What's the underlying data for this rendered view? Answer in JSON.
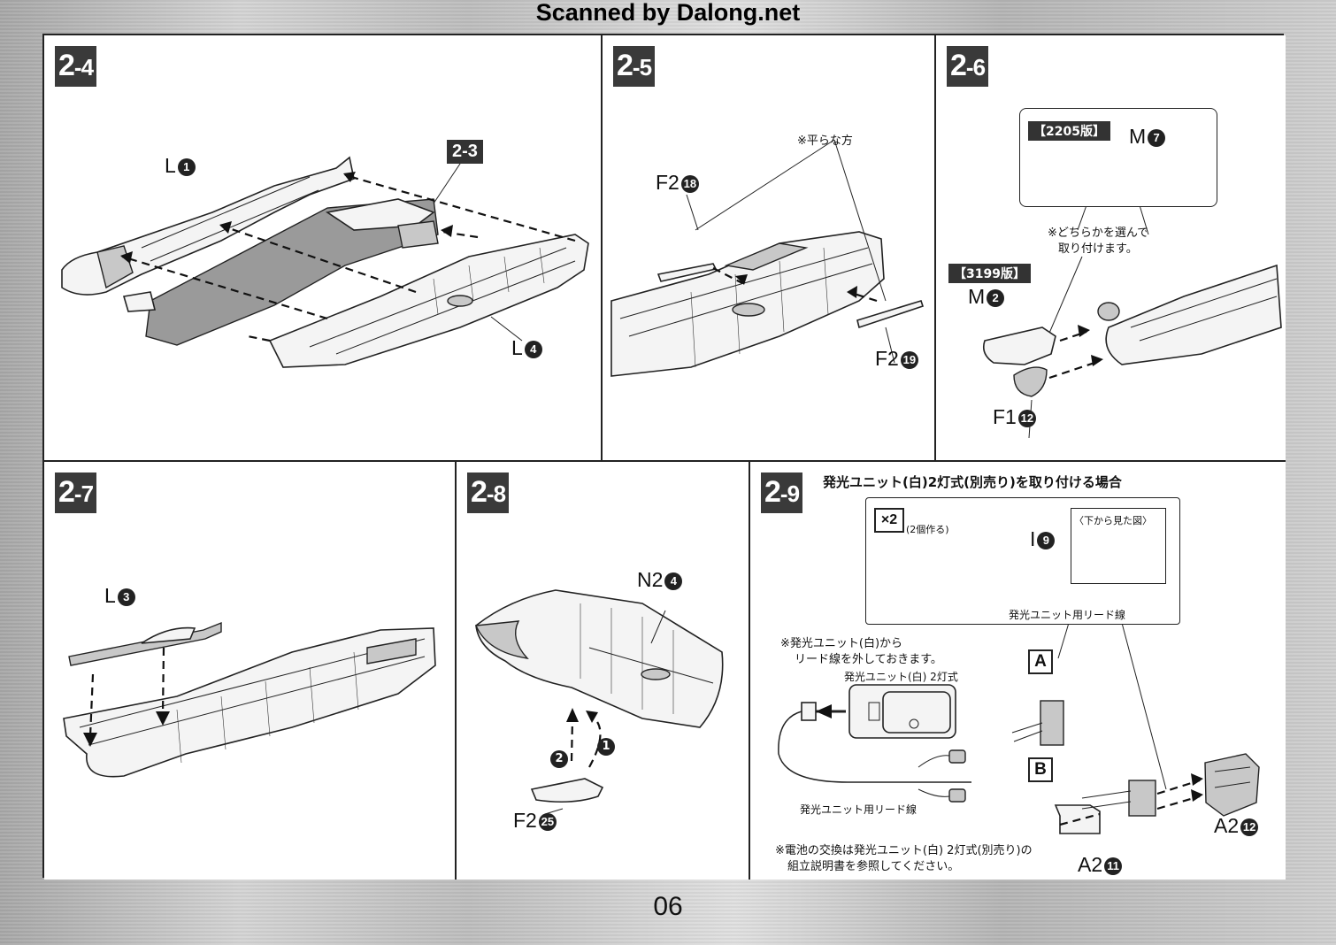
{
  "watermark": "Scanned by Dalong.net",
  "page_number": "06",
  "steps": {
    "s24": {
      "main": "2",
      "sub": "-4"
    },
    "s25": {
      "main": "2",
      "sub": "-5"
    },
    "s26": {
      "main": "2",
      "sub": "-6"
    },
    "s27": {
      "main": "2",
      "sub": "-7"
    },
    "s28": {
      "main": "2",
      "sub": "-8"
    },
    "s29": {
      "main": "2",
      "sub": "-9"
    }
  },
  "panel24": {
    "part_l1": "L",
    "part_l1_num": "1",
    "part_l4": "L",
    "part_l4_num": "4",
    "ref_badge": "2-3"
  },
  "panel25": {
    "note": "※平らな方",
    "part_f2a": "F2",
    "part_f2a_num": "18",
    "part_f2b": "F2",
    "part_f2b_num": "19"
  },
  "panel26": {
    "tag_2205": "【2205版】",
    "part_m7": "M",
    "part_m7_num": "7",
    "note_line1": "※どちらかを選んで",
    "note_line2": "取り付けます。",
    "tag_3199": "【3199版】",
    "part_m2": "M",
    "part_m2_num": "2",
    "part_f1": "F1",
    "part_f1_num": "12"
  },
  "panel27": {
    "part_l3": "L",
    "part_l3_num": "3"
  },
  "panel28": {
    "part_n2": "N2",
    "part_n2_num": "4",
    "part_f2": "F2",
    "part_f2_num": "25",
    "arrow1": "1",
    "arrow2": "2"
  },
  "panel29": {
    "title": "発光ユニット(白)2灯式(別売り)を取り付ける場合",
    "x2": "×2",
    "x2_note": "(2個作る)",
    "part_i": "I",
    "part_i_num": "9",
    "view_label": "〈下から見た図〉",
    "lead_label_top": "発光ユニット用リード線",
    "note_remove_1": "※発光ユニット(白)から",
    "note_remove_2": "リード線を外しておきます。",
    "unit_label": "発光ユニット(白) 2灯式",
    "lead_label_bottom": "発光ユニット用リード線",
    "option_a": "A",
    "option_b": "B",
    "part_a2_11": "A2",
    "part_a2_11_num": "11",
    "part_a2_12": "A2",
    "part_a2_12_num": "12",
    "battery_note_1": "※電池の交換は発光ユニット(白) 2灯式(別売り)の",
    "battery_note_2": "組立説明書を参照してください。"
  }
}
